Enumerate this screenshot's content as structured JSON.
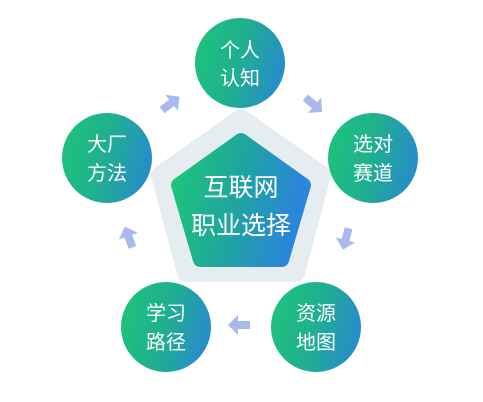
{
  "center": {
    "line1": "互联网",
    "line2": "职业选择"
  },
  "nodes": [
    {
      "line1": "个人",
      "line2": "认知"
    },
    {
      "line1": "选对",
      "line2": "赛道"
    },
    {
      "line1": "资源",
      "line2": "地图"
    },
    {
      "line1": "学习",
      "line2": "路径"
    },
    {
      "line1": "大厂",
      "line2": "方法"
    }
  ],
  "colors": {
    "gradient_green": "#1dc57a",
    "gradient_teal": "#1fa3a0",
    "gradient_blue": "#2a86d8",
    "pentagon_outer": "#e6edf1",
    "arrow": "#a8b9ee",
    "text": "#ffffff"
  },
  "icons": {
    "arrow": "arrow-icon"
  }
}
